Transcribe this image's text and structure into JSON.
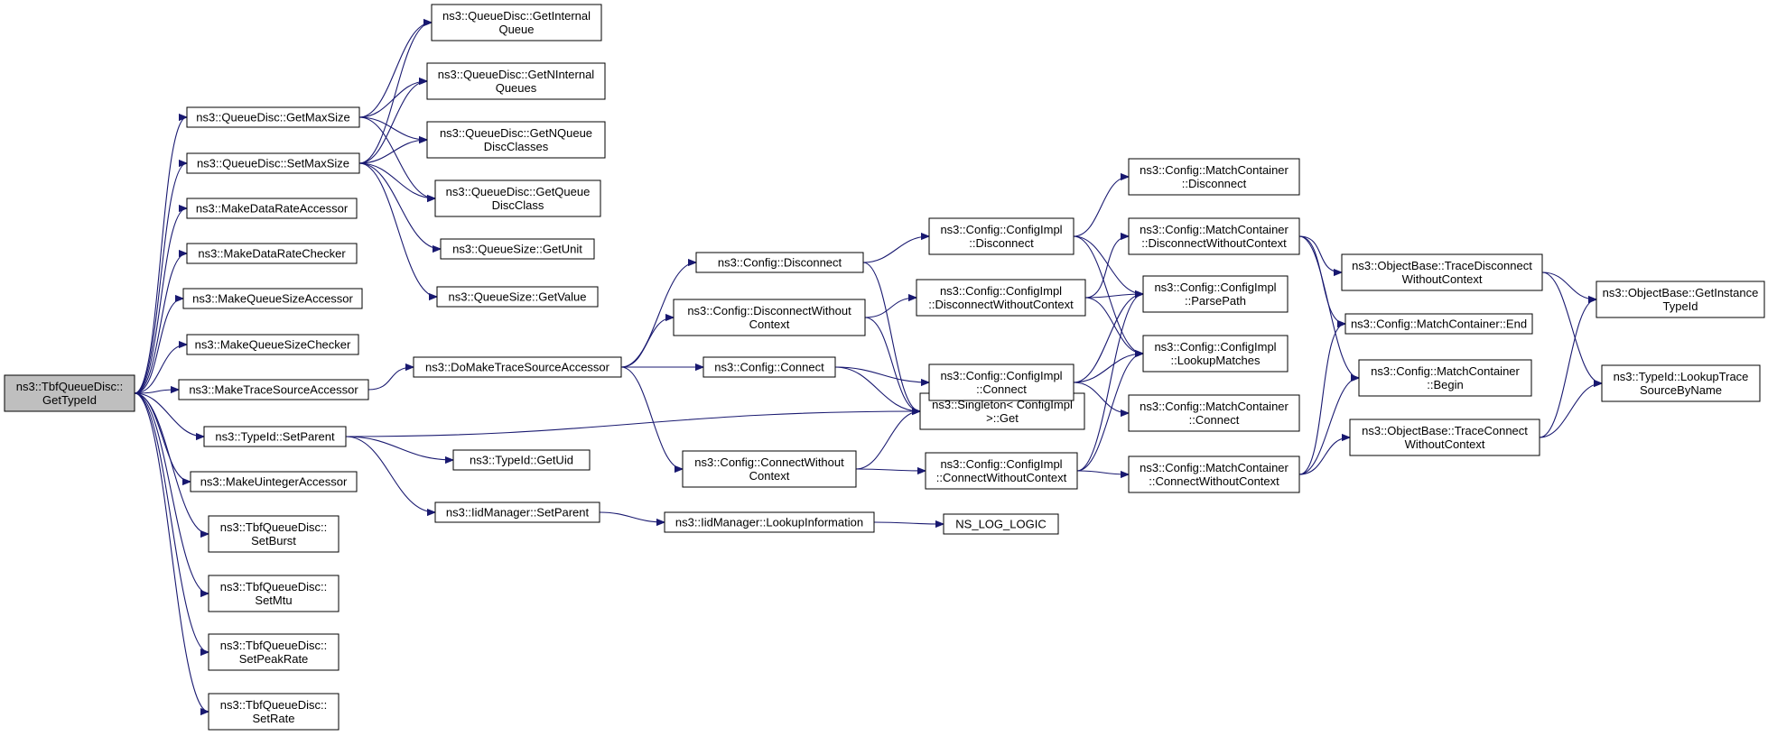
{
  "graph": {
    "type": "call-graph",
    "colors": {
      "edge": "#191970",
      "root_fill": "#bfbfbf",
      "node_fill": "#ffffff",
      "border": "#000000"
    },
    "nodes": [
      {
        "id": "root",
        "lines": [
          "ns3::TbfQueueDisc::",
          "GetTypeId"
        ],
        "root": true
      },
      {
        "id": "getMaxSize",
        "lines": [
          "ns3::QueueDisc::GetMaxSize"
        ]
      },
      {
        "id": "setMaxSize",
        "lines": [
          "ns3::QueueDisc::SetMaxSize"
        ]
      },
      {
        "id": "makeDataRateAccessor",
        "lines": [
          "ns3::MakeDataRateAccessor"
        ]
      },
      {
        "id": "makeDataRateChecker",
        "lines": [
          "ns3::MakeDataRateChecker"
        ]
      },
      {
        "id": "makeQueueSizeAccessor",
        "lines": [
          "ns3::MakeQueueSizeAccessor"
        ]
      },
      {
        "id": "makeQueueSizeChecker",
        "lines": [
          "ns3::MakeQueueSizeChecker"
        ]
      },
      {
        "id": "makeTraceSourceAccessor",
        "lines": [
          "ns3::MakeTraceSourceAccessor"
        ]
      },
      {
        "id": "typeIdSetParent",
        "lines": [
          "ns3::TypeId::SetParent"
        ]
      },
      {
        "id": "makeUintegerAccessor",
        "lines": [
          "ns3::MakeUintegerAccessor"
        ]
      },
      {
        "id": "setBurst",
        "lines": [
          "ns3::TbfQueueDisc::",
          "SetBurst"
        ]
      },
      {
        "id": "setMtu",
        "lines": [
          "ns3::TbfQueueDisc::",
          "SetMtu"
        ]
      },
      {
        "id": "setPeakRate",
        "lines": [
          "ns3::TbfQueueDisc::",
          "SetPeakRate"
        ]
      },
      {
        "id": "setRate",
        "lines": [
          "ns3::TbfQueueDisc::",
          "SetRate"
        ]
      },
      {
        "id": "getInternalQueue",
        "lines": [
          "ns3::QueueDisc::GetInternal",
          "Queue"
        ]
      },
      {
        "id": "getNInternalQueues",
        "lines": [
          "ns3::QueueDisc::GetNInternal",
          "Queues"
        ]
      },
      {
        "id": "getNQueueDiscClasses",
        "lines": [
          "ns3::QueueDisc::GetNQueue",
          "DiscClasses"
        ]
      },
      {
        "id": "getQueueDiscClass",
        "lines": [
          "ns3::QueueDisc::GetQueue",
          "DiscClass"
        ]
      },
      {
        "id": "queueSizeGetUnit",
        "lines": [
          "ns3::QueueSize::GetUnit"
        ]
      },
      {
        "id": "queueSizeGetValue",
        "lines": [
          "ns3::QueueSize::GetValue"
        ]
      },
      {
        "id": "doMakeTraceSourceAccessor",
        "lines": [
          "ns3::DoMakeTraceSourceAccessor"
        ]
      },
      {
        "id": "typeIdGetUid",
        "lines": [
          "ns3::TypeId::GetUid"
        ]
      },
      {
        "id": "iidSetParent",
        "lines": [
          "ns3::IidManager::SetParent"
        ]
      },
      {
        "id": "iidLookupInformation",
        "lines": [
          "ns3::IidManager::LookupInformation"
        ]
      },
      {
        "id": "nsLogLogic",
        "lines": [
          "NS_LOG_LOGIC"
        ]
      },
      {
        "id": "configDisconnect",
        "lines": [
          "ns3::Config::Disconnect"
        ]
      },
      {
        "id": "configDisconnectWithoutContext",
        "lines": [
          "ns3::Config::DisconnectWithout",
          "Context"
        ]
      },
      {
        "id": "configConnect",
        "lines": [
          "ns3::Config::Connect"
        ]
      },
      {
        "id": "configConnectWithoutContext",
        "lines": [
          "ns3::Config::ConnectWithout",
          "Context"
        ]
      },
      {
        "id": "singletonGet",
        "lines": [
          "ns3::Singleton< ConfigImpl",
          " >::Get"
        ]
      },
      {
        "id": "implDisconnect",
        "lines": [
          "ns3::Config::ConfigImpl",
          "::Disconnect"
        ]
      },
      {
        "id": "implDisconnectWithoutContext",
        "lines": [
          "ns3::Config::ConfigImpl",
          "::DisconnectWithoutContext"
        ]
      },
      {
        "id": "implConnect",
        "lines": [
          "ns3::Config::ConfigImpl",
          "::Connect"
        ]
      },
      {
        "id": "implConnectWithoutContext",
        "lines": [
          "ns3::Config::ConfigImpl",
          "::ConnectWithoutContext"
        ]
      },
      {
        "id": "mcDisconnect",
        "lines": [
          "ns3::Config::MatchContainer",
          "::Disconnect"
        ]
      },
      {
        "id": "mcDisconnectWithoutContext",
        "lines": [
          "ns3::Config::MatchContainer",
          "::DisconnectWithoutContext"
        ]
      },
      {
        "id": "implParsePath",
        "lines": [
          "ns3::Config::ConfigImpl",
          "::ParsePath"
        ]
      },
      {
        "id": "implLookupMatches",
        "lines": [
          "ns3::Config::ConfigImpl",
          "::LookupMatches"
        ]
      },
      {
        "id": "mcConnect",
        "lines": [
          "ns3::Config::MatchContainer",
          "::Connect"
        ]
      },
      {
        "id": "mcConnectWithoutContext",
        "lines": [
          "ns3::Config::MatchContainer",
          "::ConnectWithoutContext"
        ]
      },
      {
        "id": "obTraceDisconnect",
        "lines": [
          "ns3::ObjectBase::TraceDisconnect",
          "WithoutContext"
        ]
      },
      {
        "id": "mcEnd",
        "lines": [
          "ns3::Config::MatchContainer::End"
        ]
      },
      {
        "id": "mcBegin",
        "lines": [
          "ns3::Config::MatchContainer",
          "::Begin"
        ]
      },
      {
        "id": "obTraceConnect",
        "lines": [
          "ns3::ObjectBase::TraceConnect",
          "WithoutContext"
        ]
      },
      {
        "id": "obGetInstanceTypeId",
        "lines": [
          "ns3::ObjectBase::GetInstance",
          "TypeId"
        ]
      },
      {
        "id": "typeIdLookupTraceSourceByName",
        "lines": [
          "ns3::TypeId::LookupTrace",
          "SourceByName"
        ]
      }
    ],
    "edges": [
      [
        "root",
        "getMaxSize"
      ],
      [
        "root",
        "setMaxSize"
      ],
      [
        "root",
        "makeDataRateAccessor"
      ],
      [
        "root",
        "makeDataRateChecker"
      ],
      [
        "root",
        "makeQueueSizeAccessor"
      ],
      [
        "root",
        "makeQueueSizeChecker"
      ],
      [
        "root",
        "makeTraceSourceAccessor"
      ],
      [
        "root",
        "typeIdSetParent"
      ],
      [
        "root",
        "makeUintegerAccessor"
      ],
      [
        "root",
        "setBurst"
      ],
      [
        "root",
        "setMtu"
      ],
      [
        "root",
        "setPeakRate"
      ],
      [
        "root",
        "setRate"
      ],
      [
        "getMaxSize",
        "getInternalQueue"
      ],
      [
        "getMaxSize",
        "getNInternalQueues"
      ],
      [
        "getMaxSize",
        "getNQueueDiscClasses"
      ],
      [
        "getMaxSize",
        "getQueueDiscClass"
      ],
      [
        "setMaxSize",
        "getInternalQueue"
      ],
      [
        "setMaxSize",
        "getNInternalQueues"
      ],
      [
        "setMaxSize",
        "getNQueueDiscClasses"
      ],
      [
        "setMaxSize",
        "getQueueDiscClass"
      ],
      [
        "setMaxSize",
        "queueSizeGetUnit"
      ],
      [
        "setMaxSize",
        "queueSizeGetValue"
      ],
      [
        "makeTraceSourceAccessor",
        "doMakeTraceSourceAccessor"
      ],
      [
        "typeIdSetParent",
        "singletonGet"
      ],
      [
        "typeIdSetParent",
        "typeIdGetUid"
      ],
      [
        "typeIdSetParent",
        "iidSetParent"
      ],
      [
        "iidSetParent",
        "iidLookupInformation"
      ],
      [
        "iidLookupInformation",
        "nsLogLogic"
      ],
      [
        "doMakeTraceSourceAccessor",
        "configDisconnect"
      ],
      [
        "doMakeTraceSourceAccessor",
        "configDisconnectWithoutContext"
      ],
      [
        "doMakeTraceSourceAccessor",
        "configConnect"
      ],
      [
        "doMakeTraceSourceAccessor",
        "configConnectWithoutContext"
      ],
      [
        "configDisconnect",
        "implDisconnect"
      ],
      [
        "configDisconnect",
        "singletonGet"
      ],
      [
        "configDisconnectWithoutContext",
        "implDisconnectWithoutContext"
      ],
      [
        "configDisconnectWithoutContext",
        "singletonGet"
      ],
      [
        "configConnect",
        "implConnect"
      ],
      [
        "configConnect",
        "singletonGet"
      ],
      [
        "configConnectWithoutContext",
        "singletonGet"
      ],
      [
        "configConnectWithoutContext",
        "implConnectWithoutContext"
      ],
      [
        "implDisconnect",
        "mcDisconnect"
      ],
      [
        "implDisconnect",
        "implParsePath"
      ],
      [
        "implDisconnect",
        "implLookupMatches"
      ],
      [
        "implDisconnectWithoutContext",
        "mcDisconnectWithoutContext"
      ],
      [
        "implDisconnectWithoutContext",
        "implParsePath"
      ],
      [
        "implDisconnectWithoutContext",
        "implLookupMatches"
      ],
      [
        "implConnect",
        "implParsePath"
      ],
      [
        "implConnect",
        "implLookupMatches"
      ],
      [
        "implConnect",
        "mcConnect"
      ],
      [
        "implConnectWithoutContext",
        "implParsePath"
      ],
      [
        "implConnectWithoutContext",
        "implLookupMatches"
      ],
      [
        "implConnectWithoutContext",
        "mcConnectWithoutContext"
      ],
      [
        "mcDisconnectWithoutContext",
        "obTraceDisconnect"
      ],
      [
        "mcDisconnectWithoutContext",
        "mcEnd"
      ],
      [
        "mcDisconnectWithoutContext",
        "mcBegin"
      ],
      [
        "mcConnectWithoutContext",
        "obTraceConnect"
      ],
      [
        "mcConnectWithoutContext",
        "mcEnd"
      ],
      [
        "mcConnectWithoutContext",
        "mcBegin"
      ],
      [
        "obTraceDisconnect",
        "obGetInstanceTypeId"
      ],
      [
        "obTraceDisconnect",
        "typeIdLookupTraceSourceByName"
      ],
      [
        "obTraceConnect",
        "obGetInstanceTypeId"
      ],
      [
        "obTraceConnect",
        "typeIdLookupTraceSourceByName"
      ]
    ]
  }
}
